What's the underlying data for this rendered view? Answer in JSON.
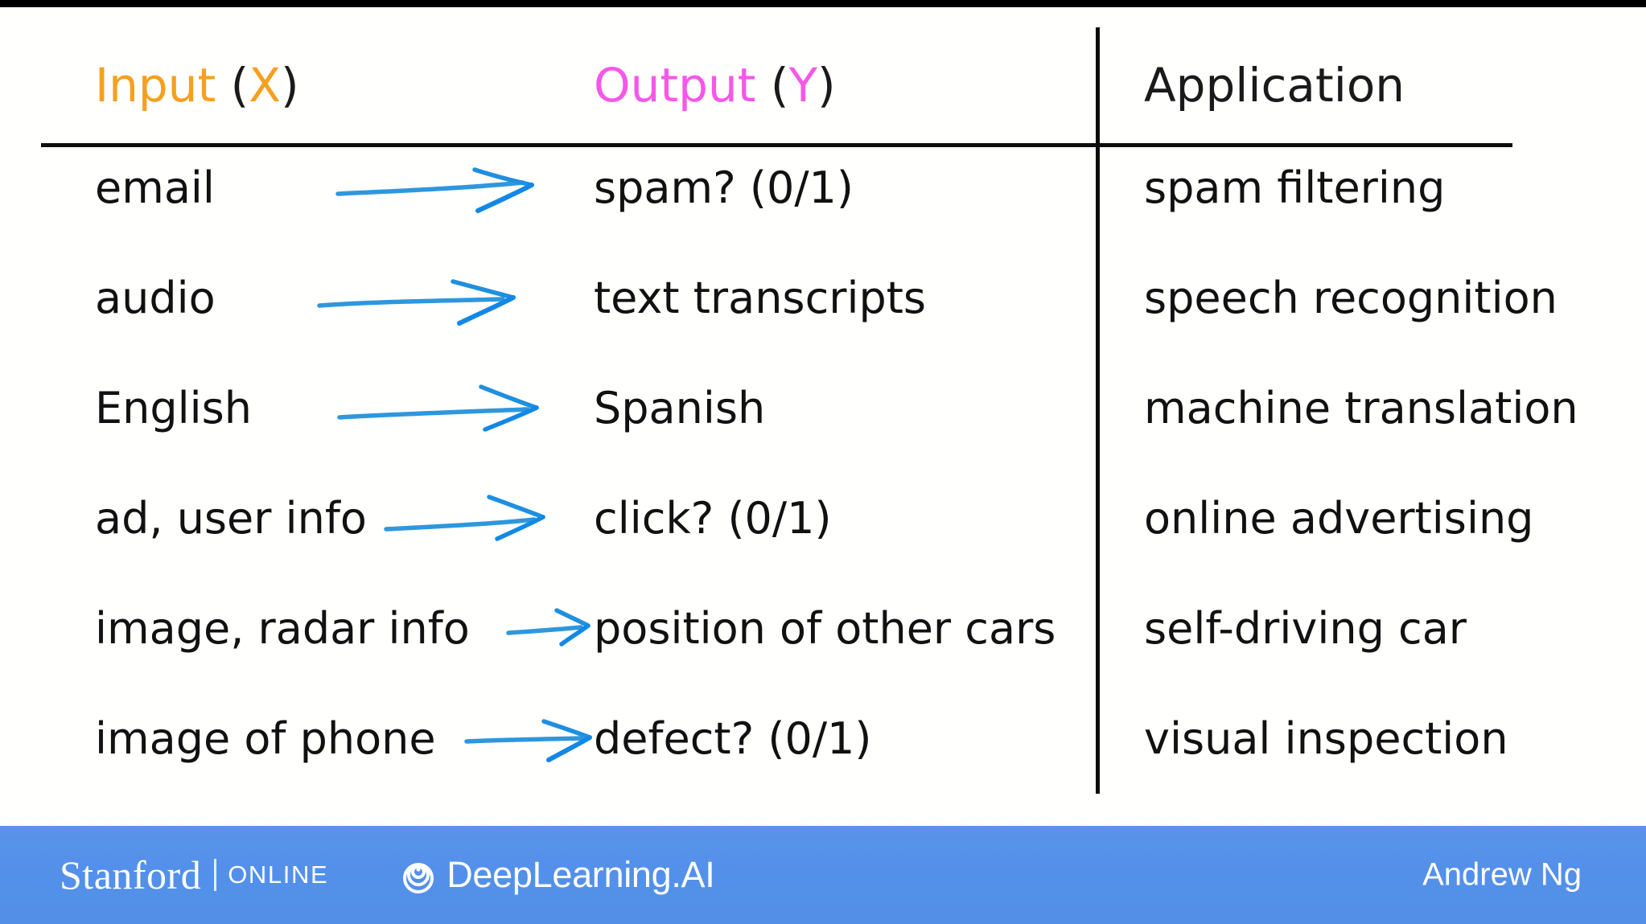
{
  "slide": {
    "headers": {
      "input": {
        "label": "Input",
        "paren_open": "(",
        "symbol": "X",
        "paren_close": ")",
        "color": "#f5a01e"
      },
      "output": {
        "label": "Output",
        "paren_open": "(",
        "symbol": "Y",
        "paren_close": ")",
        "color": "#f558e8"
      },
      "application": {
        "label": "Application",
        "color": "#1a1a1a"
      }
    },
    "arrow_color": "#1f8fe0",
    "rows": [
      {
        "input": "email",
        "output": "spam? (0/1)",
        "application": "spam filtering"
      },
      {
        "input": "audio",
        "output": "text transcripts",
        "application": "speech recognition"
      },
      {
        "input": "English",
        "output": "Spanish",
        "application": "machine translation"
      },
      {
        "input": "ad, user info",
        "output": "click? (0/1)",
        "application": "online advertising"
      },
      {
        "input": "image, radar info",
        "output": "position of other cars",
        "application": "self-driving car"
      },
      {
        "input": "image of phone",
        "output": "defect? (0/1)",
        "application": "visual inspection"
      }
    ]
  },
  "footer": {
    "stanford_word": "Stanford",
    "stanford_online": "ONLINE",
    "deeplearning": "DeepLearning.AI",
    "presenter": "Andrew Ng",
    "background_color": "#5390ea",
    "text_color": "#ffffff"
  }
}
